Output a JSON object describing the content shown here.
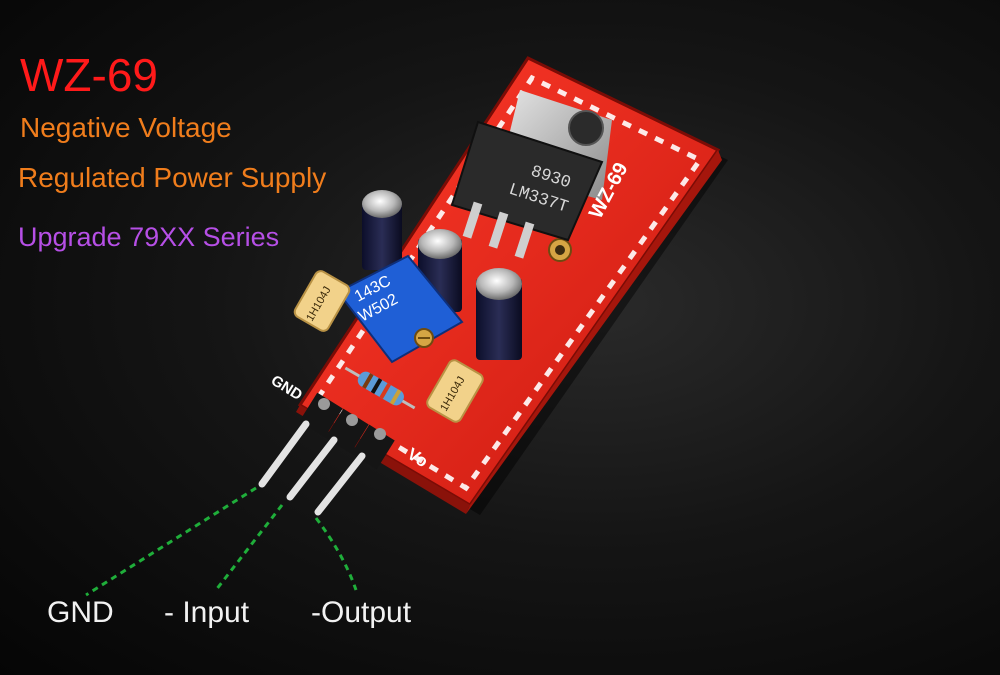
{
  "heading": {
    "model": "WZ-69",
    "line1": "Negative Voltage",
    "line2": "Regulated Power Supply",
    "line3": "Upgrade 79XX Series"
  },
  "pin_labels": {
    "gnd": "GND",
    "input": "- Input",
    "output": "-Output"
  },
  "board_markings": {
    "chip_line1": "8930",
    "chip_line2": "LM337T",
    "board_name": "WZ-69",
    "trimmer_line1": "143C",
    "trimmer_line2": "W502",
    "cap_code": "1H104J",
    "silk_gnd": "GND",
    "silk_vo": "Vo"
  },
  "colors": {
    "title": "#ff1a1a",
    "subtitle": "#f07d1c",
    "series": "#b64fe6",
    "pcb": "#e8281e",
    "leader_lines": "#1fae3a",
    "pin_text": "#f2f2f2"
  }
}
